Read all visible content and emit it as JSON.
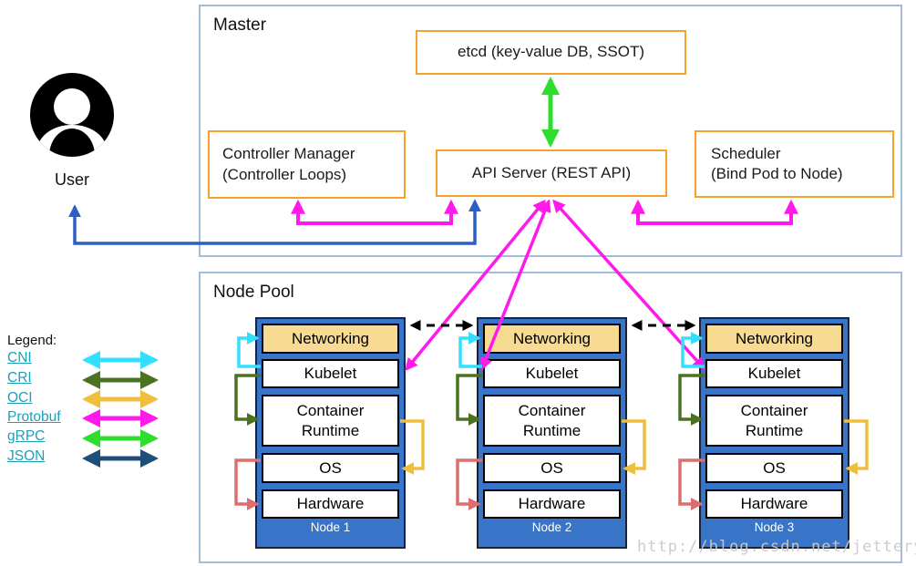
{
  "master": {
    "title": "Master"
  },
  "node_pool": {
    "title": "Node Pool"
  },
  "boxes": {
    "etcd": {
      "label": "etcd (key-value DB, SSOT)"
    },
    "controller_manager": {
      "line1": "Controller Manager",
      "line2": "(Controller Loops)"
    },
    "api_server": {
      "label": "API Server (REST API)"
    },
    "scheduler": {
      "line1": "Scheduler",
      "line2": "(Bind Pod to Node)"
    }
  },
  "user": {
    "label": "User"
  },
  "legend": {
    "title": "Legend:",
    "items": [
      {
        "label": "CNI",
        "color": "#33DFFF"
      },
      {
        "label": "CRI",
        "color": "#4A7220"
      },
      {
        "label": "OCI",
        "color": "#EEBE3C"
      },
      {
        "label": "Protobuf",
        "color": "#FF1AEB"
      },
      {
        "label": "gRPC",
        "color": "#2EDD2E"
      },
      {
        "label": "JSON",
        "color": "#1F4E79"
      }
    ]
  },
  "node_layers": [
    "Networking",
    "Kubelet",
    "Container Runtime",
    "OS",
    "Hardware"
  ],
  "nodes": [
    {
      "name": "Node 1"
    },
    {
      "name": "Node 2"
    },
    {
      "name": "Node 3"
    }
  ],
  "connections": [
    {
      "from": "User",
      "to": "API Server",
      "style": "blue-solid"
    },
    {
      "from": "Controller Manager",
      "to": "API Server",
      "style": "protobuf-magenta"
    },
    {
      "from": "Scheduler",
      "to": "API Server",
      "style": "protobuf-magenta"
    },
    {
      "from": "etcd",
      "to": "API Server",
      "style": "grpc-green"
    },
    {
      "from": "API Server",
      "to": "Node 1 Kubelet",
      "style": "protobuf-magenta"
    },
    {
      "from": "API Server",
      "to": "Node 2 Kubelet",
      "style": "protobuf-magenta"
    },
    {
      "from": "API Server",
      "to": "Node 3 Kubelet",
      "style": "protobuf-magenta"
    },
    {
      "from": "Node 1 Networking",
      "to": "Node 2 Networking",
      "style": "black-dashed"
    },
    {
      "from": "Node 2 Networking",
      "to": "Node 3 Networking",
      "style": "black-dashed"
    },
    {
      "from": "Kubelet",
      "to": "Networking",
      "style": "cni-cyan"
    },
    {
      "from": "Kubelet",
      "to": "Container Runtime",
      "style": "cri-darkgreen"
    },
    {
      "from": "Container Runtime",
      "to": "OS",
      "style": "oci-gold"
    },
    {
      "from": "OS",
      "to": "Hardware",
      "style": "red-salmon"
    }
  ],
  "watermark": "http://blog.csdn.net/jettery",
  "colors": {
    "node_fill": "#3875C8",
    "networking_fill": "#F8DB92",
    "orange_box_border": "#F6A12B",
    "frame_border": "#A3BCDB",
    "user_api_link": "#2B5FC7",
    "legend_link_text": "#1E9FB8"
  }
}
